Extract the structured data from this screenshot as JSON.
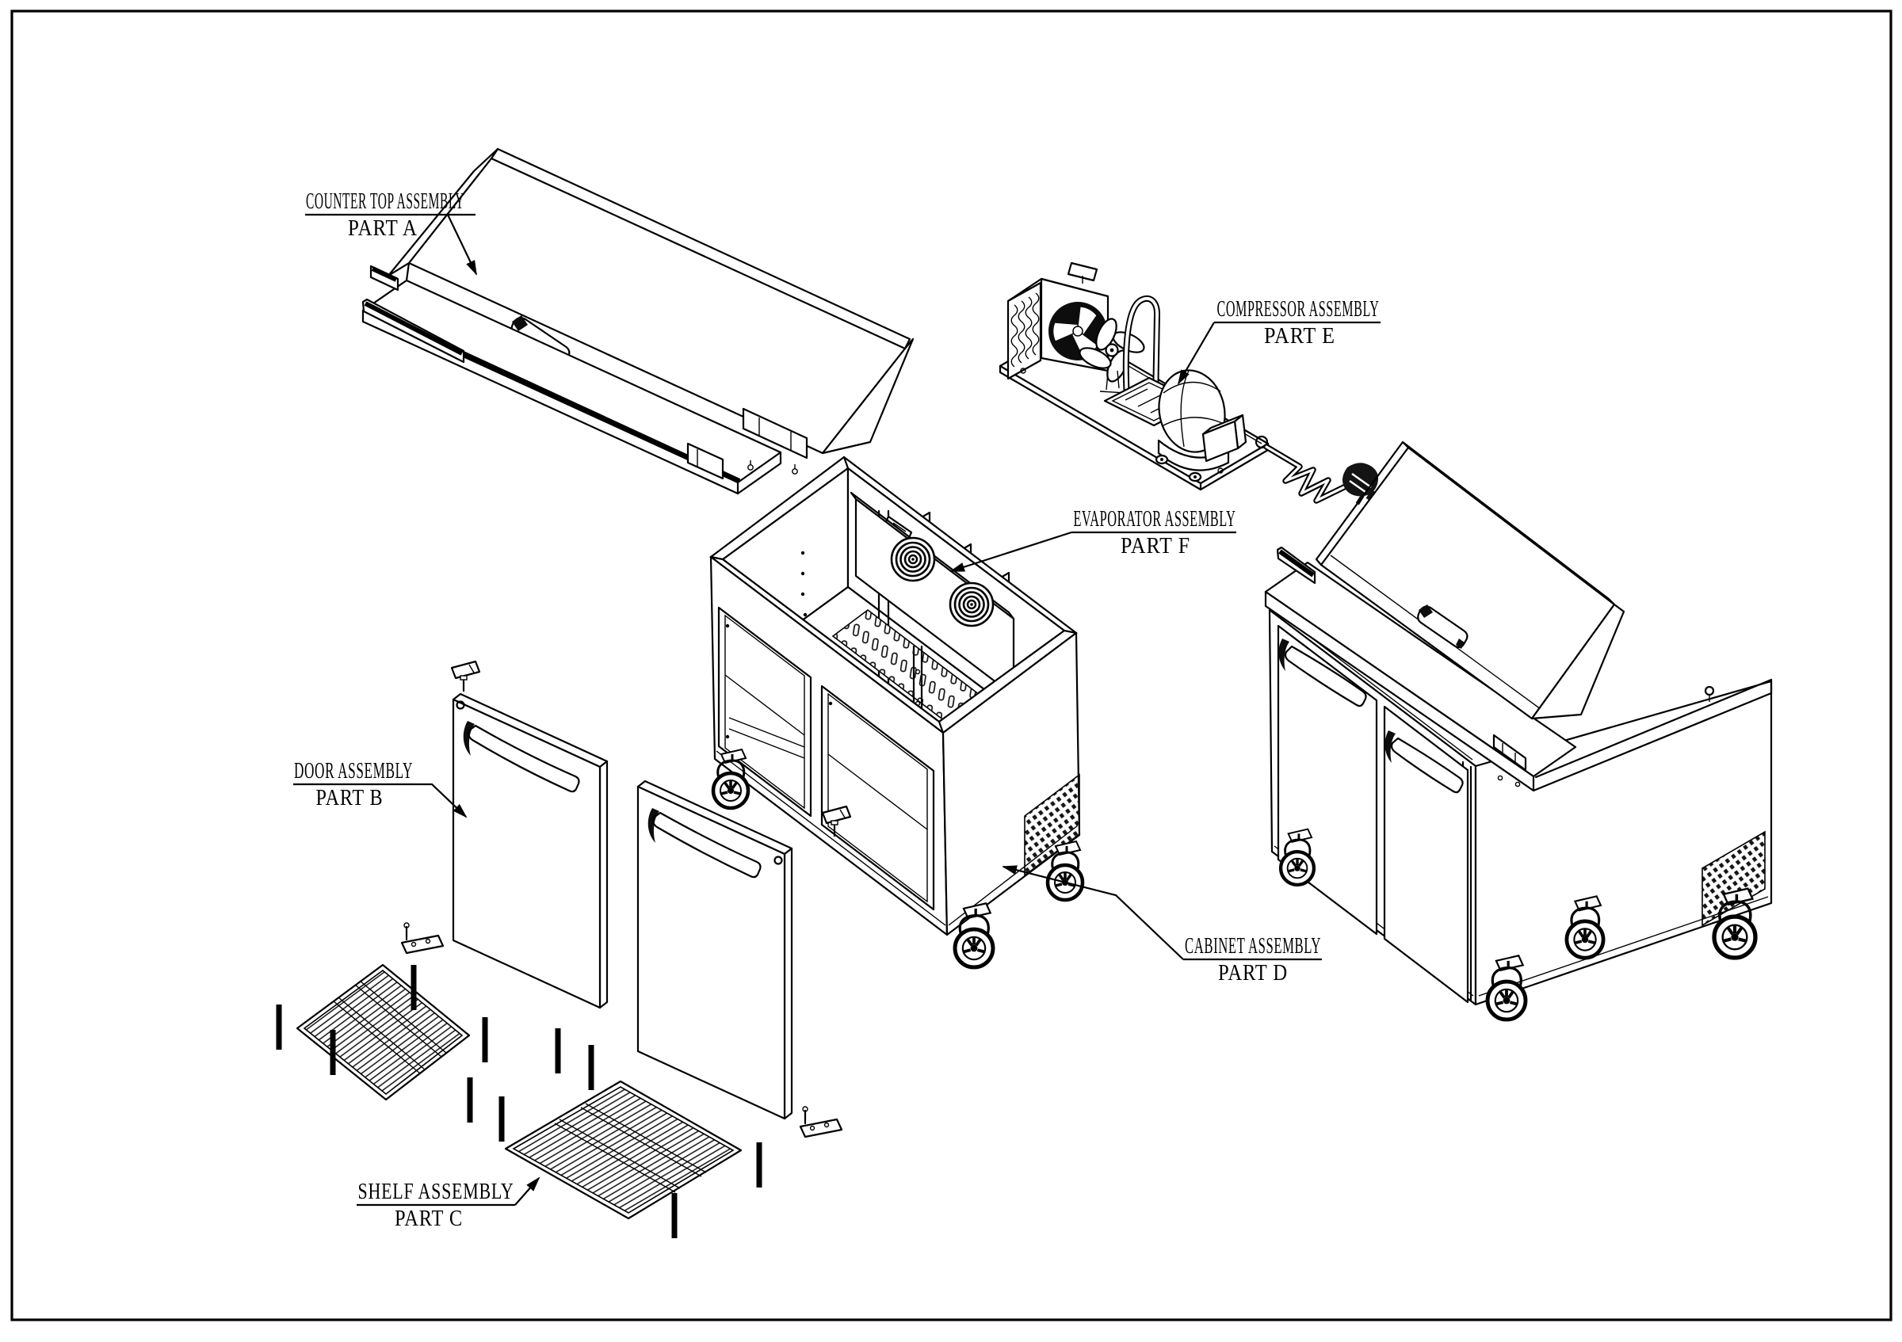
{
  "page": {
    "background": "#ffffff",
    "line_color": "#000000",
    "description": "Exploded parts diagram of a refrigerated sandwich/pizza prep table"
  },
  "labels": {
    "counter_top": {
      "line1": "COUNTER TOP ASSEMBLY",
      "line2": "PART A"
    },
    "door": {
      "line1": "DOOR ASSEMBLY",
      "line2": "PART B"
    },
    "shelf": {
      "line1": "SHELF ASSEMBLY",
      "line2": "PART C"
    },
    "cabinet": {
      "line1": "CABINET ASSEMBLY",
      "line2": "PART D"
    },
    "compressor": {
      "line1": "COMPRESSOR ASSEMBLY",
      "line2": "PART E"
    },
    "evaporator": {
      "line1": "EVAPORATOR ASSEMBLY",
      "line2": "PART F"
    }
  }
}
